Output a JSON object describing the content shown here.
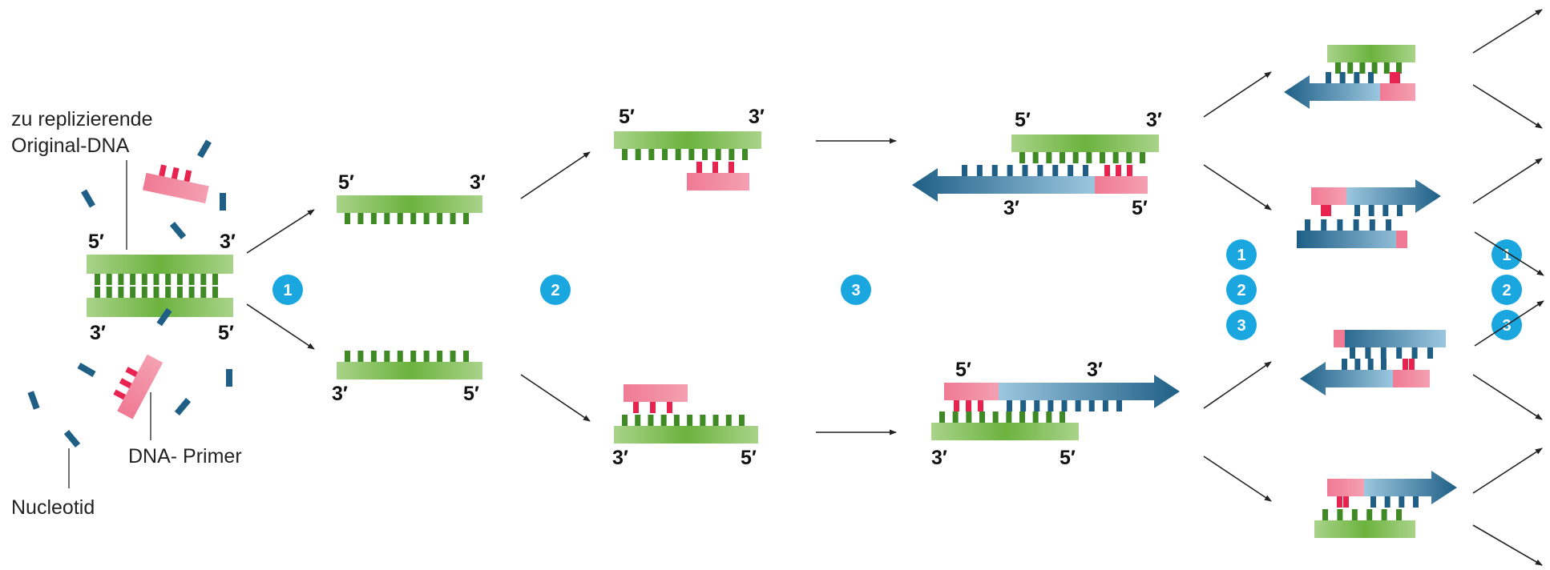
{
  "labels": {
    "original_dna": [
      "zu replizierende",
      "Original-DNA"
    ],
    "primer": "DNA- Primer",
    "nucleotide": "Nucleotid"
  },
  "ends": {
    "five": "5′",
    "three": "3′"
  },
  "steps": [
    "1",
    "2",
    "3"
  ],
  "colors": {
    "green": "#6cb33f",
    "green_dark": "#3f8a25",
    "green_light": "#a9d38a",
    "red": "#e8234f",
    "pink": "#f07a93",
    "blue": "#1f5f86",
    "blue_light": "#5d9fc4",
    "badge": "#1aa7df",
    "arrow": "#222222"
  }
}
